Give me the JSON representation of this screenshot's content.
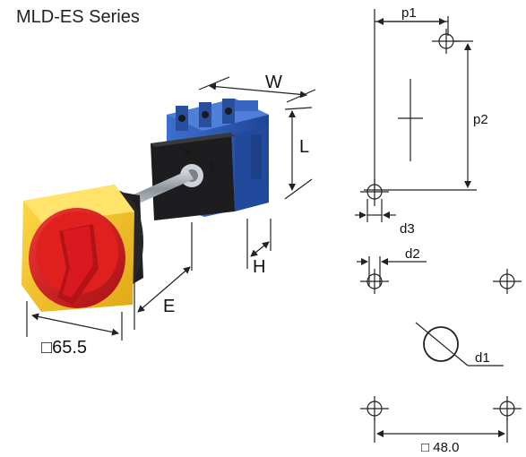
{
  "title": "MLD-ES Series",
  "product_dimensions": {
    "width_label": "W",
    "length_label": "L",
    "height_label": "H",
    "extension_label": "E",
    "handle_size_label": "□65.5"
  },
  "mounting_diagram": {
    "p1_label": "p1",
    "p2_label": "p2",
    "d3_label": "d3",
    "d2_label": "d2",
    "d1_label": "d1",
    "hole_pattern_label": "□ 48.0"
  },
  "colors": {
    "handle_red": "#d4151b",
    "bezel_yellow": "#f4c21c",
    "switch_blue": "#2d5bb8",
    "switch_black": "#1d1d1f",
    "shaft_grey": "#9aa0a8",
    "line": "#222222"
  }
}
